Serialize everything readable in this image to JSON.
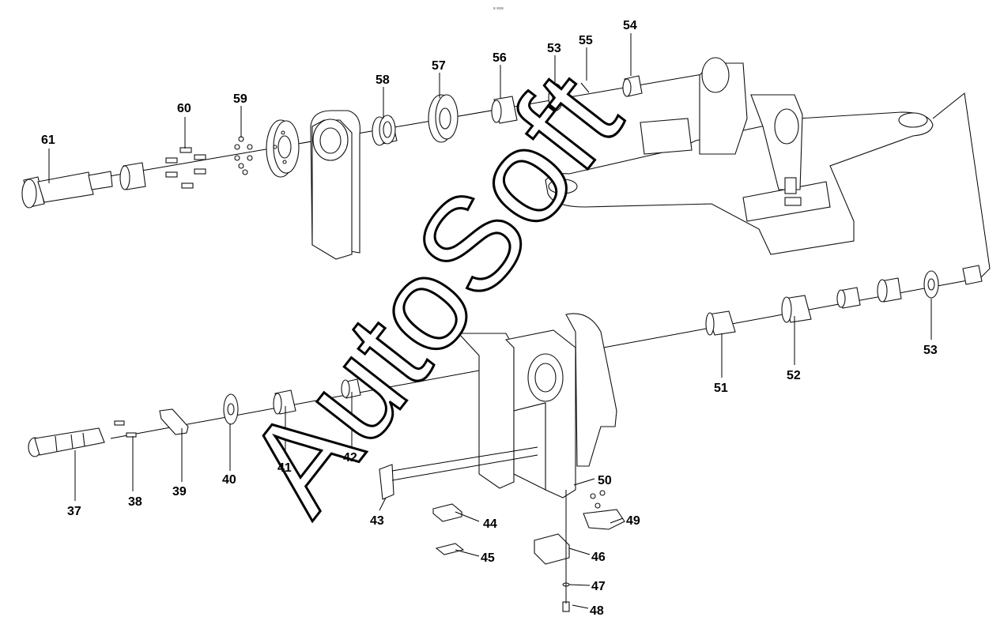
{
  "header": {
    "caption": "≡ ≡≡≡"
  },
  "watermark": {
    "text": "AutoSoft"
  },
  "callouts": [
    {
      "id": "61",
      "text": "61"
    },
    {
      "id": "60",
      "text": "60"
    },
    {
      "id": "59",
      "text": "59"
    },
    {
      "id": "58",
      "text": "58"
    },
    {
      "id": "57",
      "text": "57"
    },
    {
      "id": "56",
      "text": "56"
    },
    {
      "id": "53a",
      "text": "53"
    },
    {
      "id": "55",
      "text": "55"
    },
    {
      "id": "54",
      "text": "54"
    },
    {
      "id": "53b",
      "text": "53"
    },
    {
      "id": "52",
      "text": "52"
    },
    {
      "id": "51",
      "text": "51"
    },
    {
      "id": "50",
      "text": "50"
    },
    {
      "id": "49",
      "text": "49"
    },
    {
      "id": "48",
      "text": "48"
    },
    {
      "id": "47",
      "text": "47"
    },
    {
      "id": "46",
      "text": "46"
    },
    {
      "id": "45",
      "text": "45"
    },
    {
      "id": "44",
      "text": "44"
    },
    {
      "id": "43",
      "text": "43"
    },
    {
      "id": "42",
      "text": "42"
    },
    {
      "id": "41",
      "text": "41"
    },
    {
      "id": "40",
      "text": "40"
    },
    {
      "id": "39",
      "text": "39"
    },
    {
      "id": "38",
      "text": "38"
    },
    {
      "id": "37",
      "text": "37"
    }
  ],
  "colors": {
    "line": "#000000",
    "background": "#ffffff",
    "fill_shade": "#dcdcdc"
  }
}
